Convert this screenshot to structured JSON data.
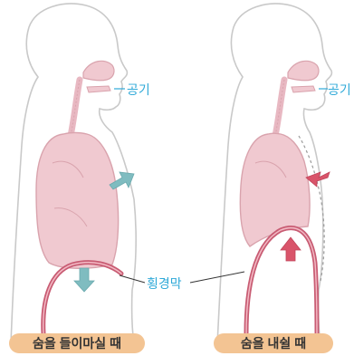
{
  "labels": {
    "air_left": "공기",
    "air_right": "공기",
    "diaphragm": "횡경막",
    "caption_inhale": "숨을 들이마실 때",
    "caption_exhale": "숨을 내쉴 때"
  },
  "colors": {
    "body_outline": "#c9c9c9",
    "lung_fill": "#f0c9d0",
    "lung_stroke": "#d9a3ad",
    "airway": "#e8b8c2",
    "diaphragm": "#c85c73",
    "arrow_out": "#7fbcc0",
    "arrow_in": "#d9546a",
    "label_blue": "#2fa9d8",
    "caption_bg": "#f3c493",
    "caption_text": "#333333"
  },
  "icons": {
    "expand_arrow": "teal-arrow-out",
    "contract_arrow": "red-arrow-in"
  }
}
